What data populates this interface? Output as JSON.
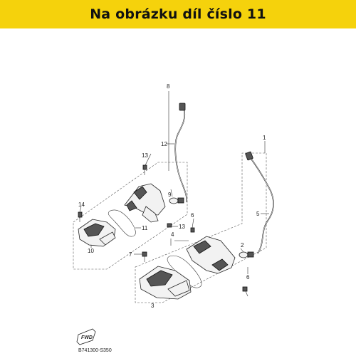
{
  "banner": {
    "title": "Na obrázku díl číslo 11",
    "color": "#f5d20c"
  },
  "labels": {
    "p1": "1",
    "p2": "2",
    "p3": "3",
    "p4": "4",
    "p5": "5",
    "p6": "6",
    "p7": "7",
    "p8": "8",
    "p9": "9",
    "p10": "10",
    "p11": "11",
    "p12": "12",
    "p13a": "13",
    "p13b": "13",
    "p14": "14"
  },
  "fwd": "FWD",
  "code": "B741300-S350"
}
